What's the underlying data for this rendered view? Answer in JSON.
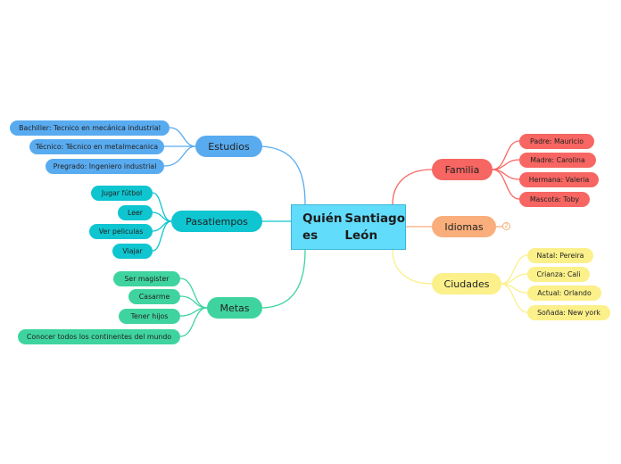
{
  "central": {
    "line1": "Quién es",
    "line2": "Santiago León"
  },
  "colors": {
    "estudios": "#59abf0",
    "pasatiempos": "#0ec5d0",
    "metas": "#3fd49f",
    "familia": "#f76662",
    "idiomas": "#f9ae7b",
    "ciudades": "#fbf08a"
  },
  "branches": {
    "estudios": {
      "label": "Estudios",
      "children": [
        "Bachiller: Tecnico en mecánica industrial",
        "Técnico: Técnico en metalmecanica",
        "Pregrado: Ingeniero industrial"
      ]
    },
    "pasatiempos": {
      "label": "Pasatiempos",
      "children": [
        "Jugar fútbol",
        "Leer",
        "Ver peliculas",
        "Viajar"
      ]
    },
    "metas": {
      "label": "Metas",
      "children": [
        "Ser magister",
        "Casarme",
        "Tener hijos",
        "Conocer todos los continentes del mundo"
      ]
    },
    "familia": {
      "label": "Familia",
      "children": [
        "Padre: Mauricio",
        "Madre: Carolina",
        "Hermana: Valeria",
        "Mascota: Toby"
      ]
    },
    "idiomas": {
      "label": "Idiomas",
      "collapsed_count": "2"
    },
    "ciudades": {
      "label": "Ciudades",
      "children": [
        "Natal: Pereira",
        "Crianza: Cali",
        "Actual: Orlando",
        "Soñada: New york"
      ]
    }
  }
}
